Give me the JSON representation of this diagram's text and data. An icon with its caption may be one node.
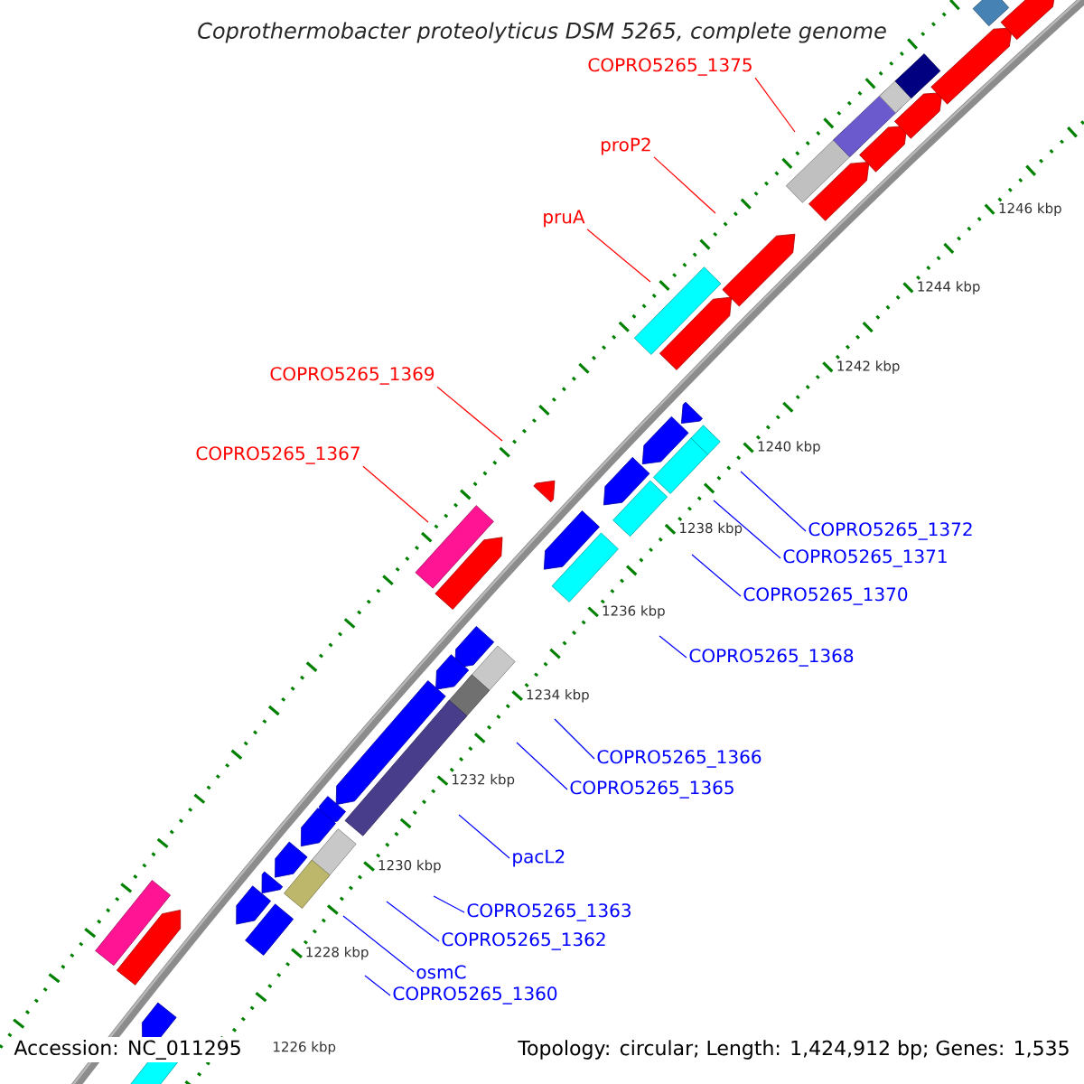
{
  "diagram": {
    "title": "*Coprothermobacter proteolyticus* DSM 5265, complete genome",
    "nodes": [
      {
        "text": [
          "COPRO5265_1375"
        ]
      },
      {
        "text": [
          "proP2"
        ]
      },
      {
        "text": [
          "pruA"
        ]
      },
      {
        "text": [
          "COPRO5265_1369"
        ]
      },
      {
        "text": [
          "COPRO5265_1367"
        ]
      },
      {
        "text": [
          "COPRO5265_1372"
        ]
      },
      {
        "text": [
          "COPRO5265_1371"
        ]
      },
      {
        "text": [
          "COPRO5265_1370"
        ]
      },
      {
        "text": [
          "COPRO5265_1368"
        ]
      },
      {
        "text": [
          "COPRO5265_1366"
        ]
      },
      {
        "text": [
          "COPRO5265_1365"
        ]
      },
      {
        "text": [
          "pacL2"
        ]
      },
      {
        "text": [
          "COPRO5265_1363"
        ]
      },
      {
        "text": [
          "COPRO5265_1362"
        ]
      },
      {
        "text": [
          "osmC"
        ]
      },
      {
        "text": [
          "COPRO5265_1360"
        ]
      }
    ],
    "edges": [
      {
        "from": 0,
        "to": null,
        "arrow": "none",
        "color": "#ff0000"
      },
      {
        "from": 1,
        "to": null,
        "arrow": "none",
        "color": "#ff0000"
      },
      {
        "from": 2,
        "to": null,
        "arrow": "none",
        "color": "#ff0000"
      },
      {
        "from": 3,
        "to": null,
        "arrow": "none",
        "color": "#ff0000"
      },
      {
        "from": 4,
        "to": null,
        "arrow": "none",
        "color": "#ff0000"
      },
      {
        "from": 5,
        "to": null,
        "arrow": "none"
      },
      {
        "from": 6,
        "to": null,
        "arrow": "none"
      },
      {
        "from": 7,
        "to": null,
        "arrow": "none"
      },
      {
        "from": 8,
        "to": null,
        "arrow": "none"
      },
      {
        "from": 9,
        "to": null,
        "arrow": "none"
      },
      {
        "from": 10,
        "to": null,
        "arrow": "none"
      },
      {
        "from": 11,
        "to": null,
        "arrow": "none"
      },
      {
        "from": 12,
        "to": null,
        "arrow": "none"
      },
      {
        "from": 13,
        "to": null,
        "arrow": "none"
      },
      {
        "from": 14,
        "to": null,
        "arrow": "none"
      },
      {
        "from": 15,
        "to": null,
        "arrow": "none"
      }
    ],
    "labels": [
      "1246 kbp",
      "1244 kbp",
      "1242 kbp",
      "1240 kbp",
      "1238 kbp",
      "1236 kbp",
      "1234 kbp",
      "1232 kbp",
      "1230 kbp",
      "1228 kbp",
      "1226 kbp",
      "Accession: NC_011295",
      "Topology: circular; Length: 1,424,912 bp; Genes: 1,535"
    ]
  }
}
